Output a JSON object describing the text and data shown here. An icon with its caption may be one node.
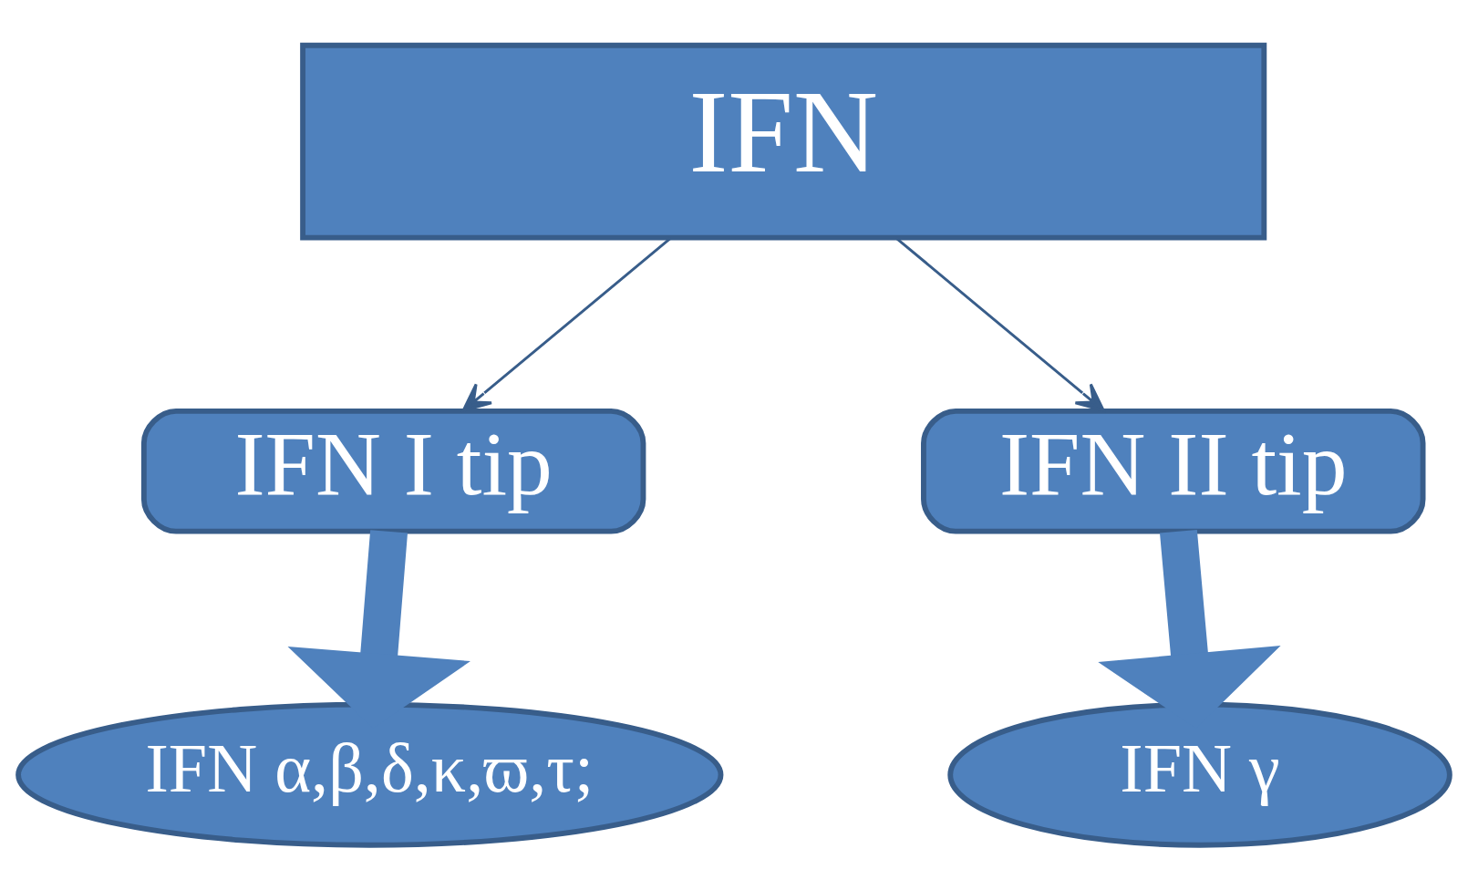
{
  "diagram": {
    "nodes": [
      {
        "text": [
          "IFN"
        ]
      },
      {
        "text": [
          "IFN I tip"
        ]
      },
      {
        "text": [
          "IFN II tip"
        ]
      },
      {
        "text": [
          "IFN α,β,δ,κ,ϖ,τ;"
        ]
      },
      {
        "text": [
          "IFN γ"
        ]
      }
    ],
    "edges": [
      {
        "from": 0,
        "to": 1,
        "arrow": "to"
      },
      {
        "from": 0,
        "to": 2,
        "arrow": "to"
      },
      {
        "from": 1,
        "to": 3,
        "arrow": "to",
        "style": "thick"
      },
      {
        "from": 2,
        "to": 4,
        "arrow": "to",
        "style": "thick"
      }
    ]
  }
}
